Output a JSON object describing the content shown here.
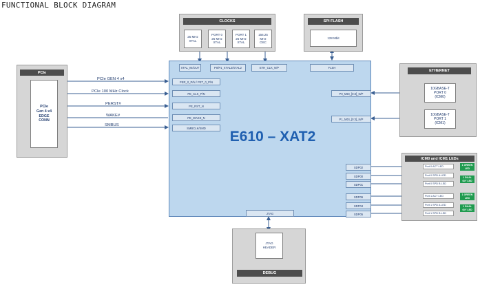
{
  "title": "FUNCTIONAL BLOCK DIAGRAM",
  "chip": {
    "name": "E610 – XAT2",
    "top_pins": [
      "XTAL_IN/OUT",
      "P0/P1_XTAL2/XTAL2",
      "ETH_CLK_N/P",
      "FLSH"
    ],
    "left_pins": [
      "PER_0_P/N / PET_0_P/N",
      "PE_CLK_P/N",
      "PE_RST_N",
      "PE_WAKE_N",
      "SMBCLK/SMD"
    ],
    "right_eth_pins": [
      "P0_MDI_[0:3]_N/P",
      "P1_MDI_[0:3]_N/P"
    ],
    "sdp_pins": [
      "SDP02",
      "SDP00",
      "SDP01",
      "SDP06",
      "SDP04",
      "SDP05"
    ],
    "bottom_pin": "JTAG"
  },
  "clocks": {
    "header": "CLOCKS",
    "items": [
      "25 MHz\nXTAL",
      "PORT 0\n25 MHz\nXTAL",
      "PORT 1\n25 MHz\nXTAL",
      "156.25\nMHz\nOSC"
    ]
  },
  "spi": {
    "header": "SPI FLASH",
    "item": "128 Mbit"
  },
  "pcie": {
    "header": "PCIe",
    "conn": "PCIe\nGen 4 x4\nEDGE\nCONN",
    "signals": [
      "PCIe GEN 4 x4",
      "PCIe 100 MHz Clock",
      "PERST#",
      "WAKE#",
      "SMBUS"
    ]
  },
  "ethernet": {
    "header": "ETHERNET",
    "ports": [
      "10GBASE-T\nPORT 0\n(ICM0)",
      "10GBASE-T\nPORT 1\n(ICM1)"
    ]
  },
  "leds": {
    "header": "ICM0 and ICM1 LEDs",
    "rows": [
      "Port 0 ACT LED",
      "Port 0 SPD A LED",
      "Port 0 SPD B LED",
      "Port 1 ACT LED",
      "Port 1 SPD A LED",
      "Port 1 SPD B LED"
    ],
    "badges": [
      "1 GREEN\nLED",
      "1 DUAL\nG/Y LED",
      "1 GREEN\nLED",
      "1 DUAL\nG/Y LED"
    ]
  },
  "debug": {
    "header": "DEBUG",
    "item": "JTAG\nHEADER"
  }
}
